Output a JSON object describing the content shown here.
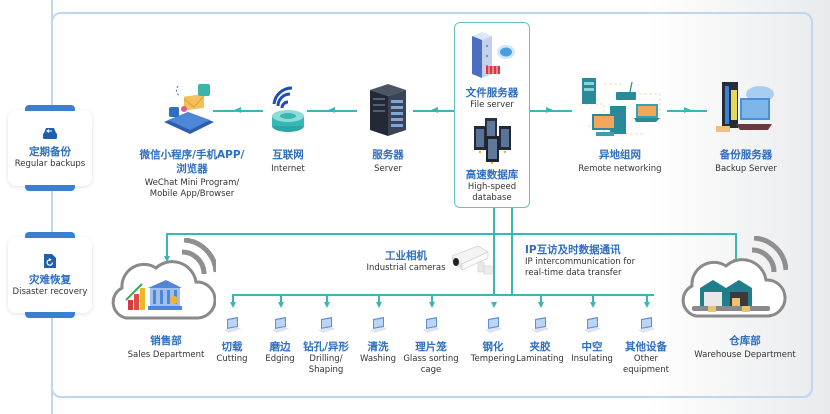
{
  "side_panel": {
    "regular_backups": {
      "icon": "hard-drive-backup-icon",
      "zh": "定期备份",
      "en": "Regular backups"
    },
    "disaster_recovery": {
      "icon": "file-restore-icon",
      "zh": "灾难恢复",
      "en": "Disaster recovery"
    }
  },
  "top_row": {
    "client": {
      "zh1": "微信小程序/手机APP/",
      "zh2": "浏览器",
      "en1": "WeChat Mini Program/",
      "en2": "Mobile App/Browser"
    },
    "internet": {
      "zh": "互联网",
      "en": "Internet"
    },
    "server": {
      "zh": "服务器",
      "en": "Server"
    },
    "file_server": {
      "zh": "文件服务器",
      "en": "File server"
    },
    "database": {
      "zh": "高速数据库",
      "en1": "High-speed",
      "en2": "database"
    },
    "remote": {
      "zh": "异地组网",
      "en": "Remote networking"
    },
    "backup_server": {
      "zh": "备份服务器",
      "en": "Backup Server"
    }
  },
  "middle": {
    "cameras": {
      "zh": "工业相机",
      "en": "Industrial cameras"
    },
    "ip": {
      "zh": "IP互访及时数据通讯",
      "en1": "IP intercommunication for",
      "en2": "real-time data transfer"
    },
    "sales": {
      "zh": "销售部",
      "en": "Sales Department"
    },
    "warehouse": {
      "zh": "仓库部",
      "en": "Warehouse Department"
    }
  },
  "equipment": [
    {
      "zh": "切载",
      "en1": "Cutting",
      "en2": ""
    },
    {
      "zh": "磨边",
      "en1": "Edging",
      "en2": ""
    },
    {
      "zh": "钻孔/异形",
      "en1": "Drilling/",
      "en2": "Shaping"
    },
    {
      "zh": "清洗",
      "en1": "Washing",
      "en2": ""
    },
    {
      "zh": "理片笼",
      "en1": "Glass sorting",
      "en2": "cage"
    },
    {
      "zh": "钢化",
      "en1": "Tempering",
      "en2": ""
    },
    {
      "zh": "夹胶",
      "en1": "Laminating",
      "en2": ""
    },
    {
      "zh": "中空",
      "en1": "Insulating",
      "en2": ""
    },
    {
      "zh": "其他设备",
      "en1": "Other",
      "en2": "equipment"
    }
  ],
  "colors": {
    "accent_blue": "#2f6fbf",
    "line_teal": "#3ab6b5",
    "frame": "#bcd7ee"
  }
}
